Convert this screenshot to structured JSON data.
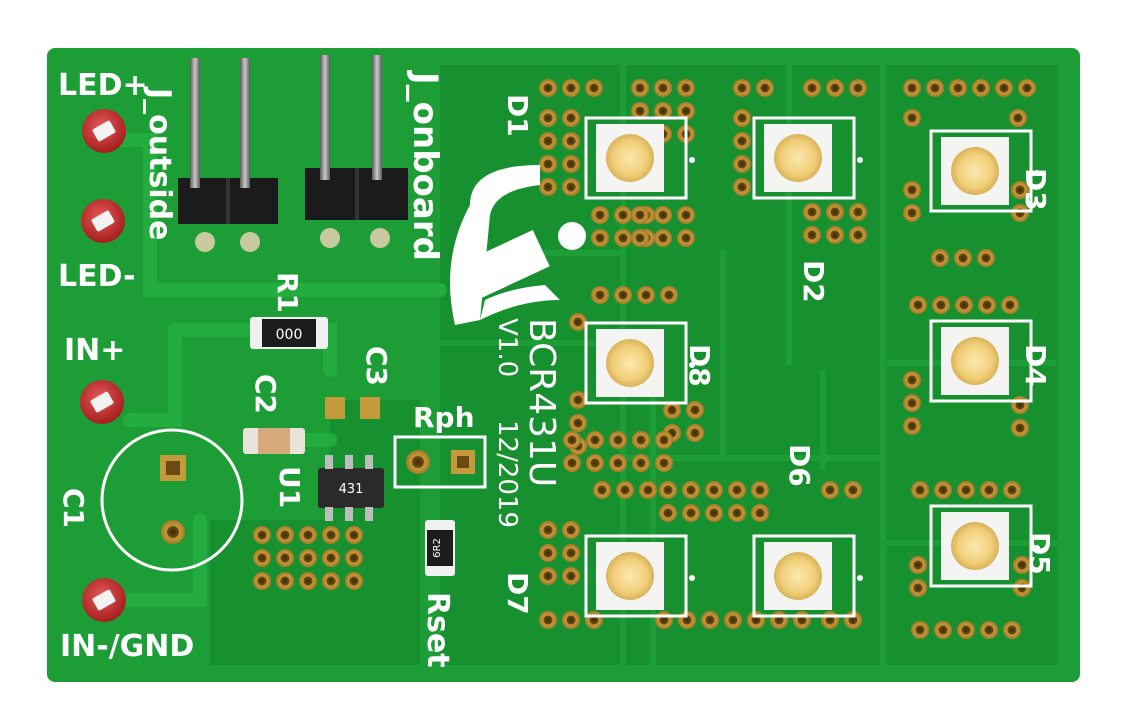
{
  "board": {
    "name": "BCR431U",
    "version": "V1.0",
    "date": "12/2019",
    "colors": {
      "pcb": "#1fa338",
      "copper_pour": "#15912e",
      "silkscreen": "#ffffff",
      "pad": "#c49a3a",
      "header": "#1a1a1a",
      "pin": "#8a8a8a",
      "led": "#f5d98a"
    }
  },
  "labels": {
    "led_plus": "LED+",
    "led_minus": "LED-",
    "in_plus": "IN+",
    "in_minus": "IN-/GND",
    "j_outside": "J_outside",
    "j_onboard": "J_onboard",
    "r1": "R1",
    "c1": "C1",
    "c2": "C2",
    "c3": "C3",
    "u1": "U1",
    "rph": "Rph",
    "rset": "Rset",
    "d1": "D1",
    "d2": "D2",
    "d3": "D3",
    "d4": "D4",
    "d5": "D5",
    "d6": "D6",
    "d7": "D7",
    "d8": "D8"
  },
  "components": {
    "r1_marking": "000",
    "u1_marking": "431",
    "rset_marking": "6R2"
  }
}
